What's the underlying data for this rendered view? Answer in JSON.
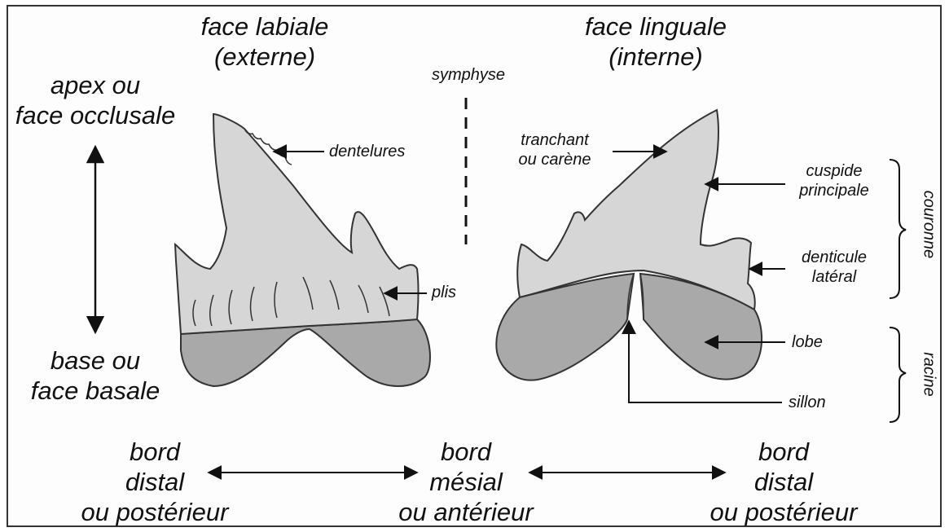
{
  "headings": {
    "labial_line1": "face labiale",
    "labial_line2": "(externe)",
    "lingual_line1": "face linguale",
    "lingual_line2": "(interne)",
    "symphyse": "symphyse"
  },
  "vertical_axis": {
    "top_line1": "apex ou",
    "top_line2": "face occlusale",
    "bottom_line1": "base ou",
    "bottom_line2": "face basale"
  },
  "labels": {
    "dentelures": "dentelures",
    "plis": "plis",
    "tranchant_line1": "tranchant",
    "tranchant_line2": "ou carène",
    "cuspide_line1": "cuspide",
    "cuspide_line2": "principale",
    "denticule_line1": "denticule",
    "denticule_line2": "latéral",
    "lobe": "lobe",
    "sillon": "sillon",
    "couronne": "couronne",
    "racine": "racine"
  },
  "bottom_axis": {
    "left_line1": "bord",
    "left_line2": "distal",
    "left_line3": "ou postérieur",
    "mid_line1": "bord",
    "mid_line2": "mésial",
    "mid_line3": "ou antérieur",
    "right_line1": "bord",
    "right_line2": "distal",
    "right_line3": "ou postérieur"
  },
  "colors": {
    "crown": "#d6d6d6",
    "root": "#a9a9a9",
    "outline": "#333333"
  }
}
